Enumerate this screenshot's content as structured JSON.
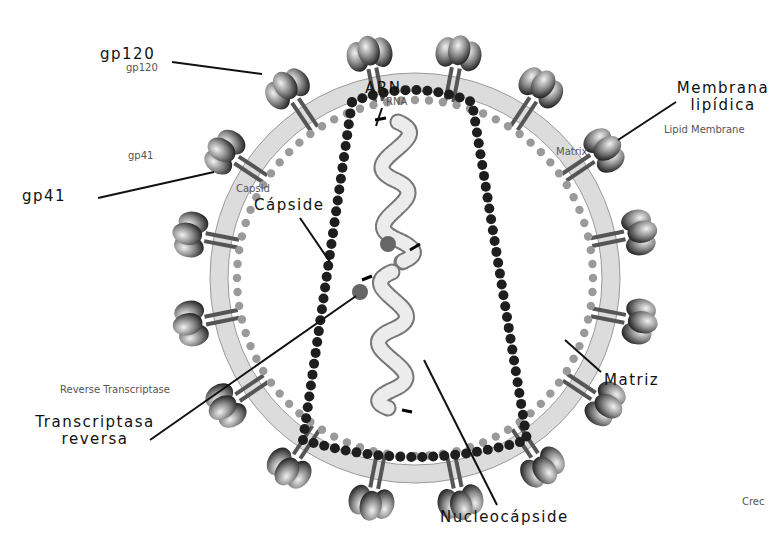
{
  "diagram": {
    "labels": [
      "gp120",
      "gp120",
      "gp41",
      "gp41",
      "ARN",
      "RNA",
      "Capsid",
      "Cápside",
      "Membrana lipídica",
      "Lipid Membrane",
      "Matrix",
      "Matriz",
      "Reverse Transcriptase",
      "Transcriptasa reversa",
      "Nucleocápside",
      "Crec"
    ]
  }
}
